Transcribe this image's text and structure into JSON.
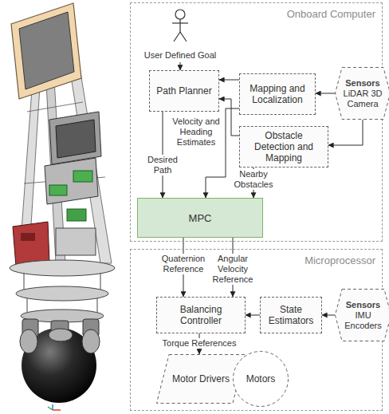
{
  "diagram": {
    "nodes": [
      {
        "text": [
          "Onboard Computer"
        ]
      },
      {
        "text": [
          "User Defined Goal"
        ],
        "in": 0
      },
      {
        "text": [
          "Path Planner"
        ],
        "in": 0
      },
      {
        "text": [
          "Mapping and Localization"
        ],
        "in": 0
      },
      {
        "text": [
          "Sensors",
          "LiDAR 3D Camera"
        ],
        "in": 0
      },
      {
        "text": [
          "Obstacle Detection and Mapping"
        ],
        "in": 0
      },
      {
        "text": [
          "MPC"
        ],
        "in": 0
      },
      {
        "text": [
          "Microprocessor"
        ]
      },
      {
        "text": [
          "Balancing Controller"
        ],
        "in": 7
      },
      {
        "text": [
          "State Estimators"
        ],
        "in": 7
      },
      {
        "text": [
          "Sensors",
          "IMU Encoders"
        ],
        "in": 7
      },
      {
        "text": [
          "Motor Drivers"
        ],
        "in": 7
      },
      {
        "text": [
          "Motors"
        ],
        "in": 7
      }
    ],
    "edges": [
      {
        "from": 1,
        "to": 2,
        "arrow": "to"
      },
      {
        "from": 3,
        "to": 2,
        "arrow": "to"
      },
      {
        "from": 5,
        "to": 2,
        "arrow": "to"
      },
      {
        "from": 4,
        "to": 3,
        "arrow": "to"
      },
      {
        "from": 4,
        "to": 5,
        "arrow": "to"
      },
      {
        "from": 2,
        "to": 6,
        "label": "Desired Path",
        "arrow": "to"
      },
      {
        "from": 3,
        "to": 6,
        "label": "Velocity and Heading Estimates",
        "arrow": "to"
      },
      {
        "from": 5,
        "to": 6,
        "label": "Nearby Obstacles",
        "arrow": "to"
      },
      {
        "from": 6,
        "to": 8,
        "label": "Quaternion Reference",
        "arrow": "to"
      },
      {
        "from": 6,
        "to": 8,
        "label": "Angular Velocity Reference",
        "arrow": "to"
      },
      {
        "from": 10,
        "to": 9,
        "arrow": "to"
      },
      {
        "from": 9,
        "to": 8,
        "arrow": "to"
      },
      {
        "from": 8,
        "to": 11,
        "label": "Torque References",
        "arrow": "to"
      }
    ]
  }
}
